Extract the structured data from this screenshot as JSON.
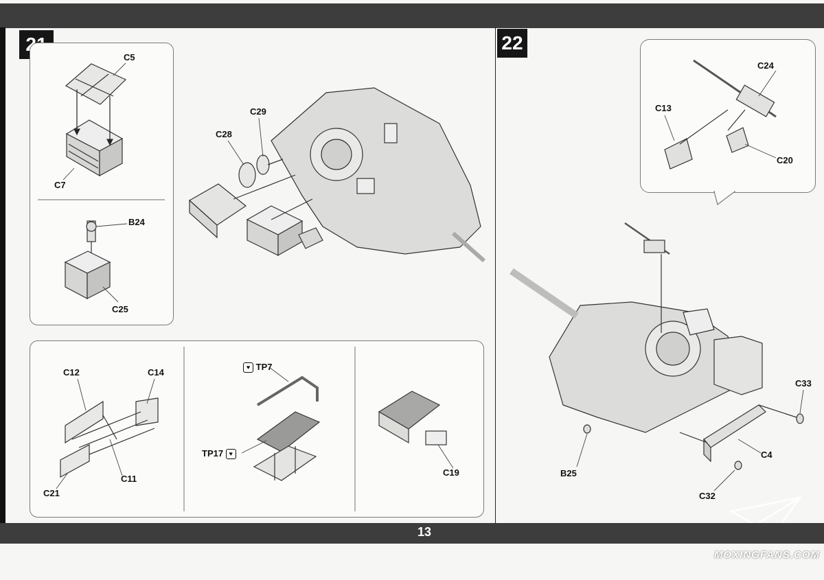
{
  "page_number": "13",
  "steps": {
    "step21": "21",
    "step22": "22"
  },
  "parts": {
    "C5": "C5",
    "C7": "C7",
    "B24": "B24",
    "C25": "C25",
    "C28": "C28",
    "C29": "C29",
    "C12": "C12",
    "C14": "C14",
    "C11": "C11",
    "C21": "C21",
    "TP7": "TP7",
    "TP17": "TP17",
    "C19": "C19",
    "C24": "C24",
    "C13": "C13",
    "C20": "C20",
    "C33": "C33",
    "C4": "C4",
    "B25": "B25",
    "C32": "C32"
  },
  "watermark": "MOXINGFANS.COM"
}
